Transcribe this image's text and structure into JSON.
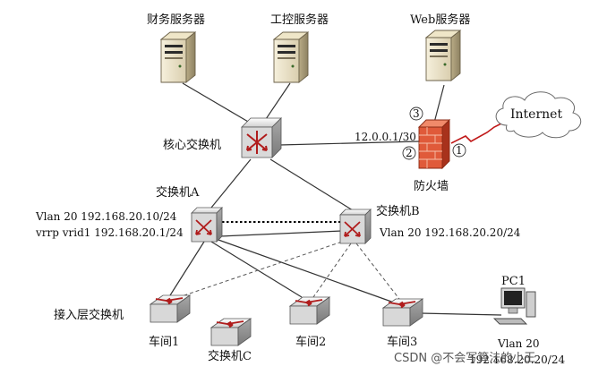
{
  "servers": {
    "finance": "财务服务器",
    "control": "工控服务器",
    "web": "Web服务器"
  },
  "core": {
    "label": "核心交换机"
  },
  "firewall": {
    "label": "防火墙",
    "ip": "12.0.0.1/30",
    "port1": "1",
    "port2": "2",
    "port3": "3"
  },
  "internet": {
    "label": "Internet"
  },
  "switch_a": {
    "label": "交换机A",
    "vlan": "Vlan 20 192.168.20.10/24",
    "vrrp": "vrrp vrid1 192.168.20.1/24"
  },
  "switch_b": {
    "label": "交换机B",
    "vlan": "Vlan 20 192.168.20.20/24"
  },
  "access": {
    "label": "接入层交换机"
  },
  "workshops": {
    "w1": "车间1",
    "w2": "车间2",
    "w3": "车间3",
    "switch_c": "交换机C"
  },
  "pc1": {
    "label": "PC1",
    "vlan": "Vlan 20",
    "ip": "192.168.20.20/24"
  },
  "watermark": "CSDN @不会写算法的小王"
}
